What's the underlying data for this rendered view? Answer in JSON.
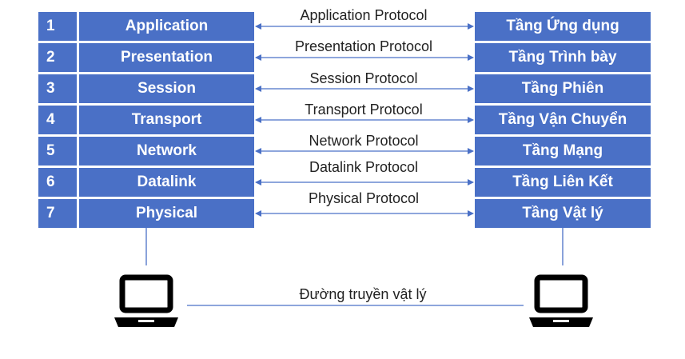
{
  "left_stack": {
    "layers": [
      {
        "number": "1",
        "name": "Application"
      },
      {
        "number": "2",
        "name": "Presentation"
      },
      {
        "number": "3",
        "name": "Session"
      },
      {
        "number": "4",
        "name": "Transport"
      },
      {
        "number": "5",
        "name": "Network"
      },
      {
        "number": "6",
        "name": "Datalink"
      },
      {
        "number": "7",
        "name": "Physical"
      }
    ]
  },
  "right_stack": {
    "layers": [
      {
        "name": "Tầng Ứng dụng"
      },
      {
        "name": "Tầng Trình bày"
      },
      {
        "name": "Tầng Phiên"
      },
      {
        "name": "Tầng Vận Chuyển"
      },
      {
        "name": "Tầng Mạng"
      },
      {
        "name": "Tầng Liên Kết"
      },
      {
        "name": "Tầng Vật lý"
      }
    ]
  },
  "protocols": [
    {
      "label": "Application Protocol"
    },
    {
      "label": "Presentation Protocol"
    },
    {
      "label": "Session Protocol"
    },
    {
      "label": "Transport Protocol"
    },
    {
      "label": "Network Protocol"
    },
    {
      "label": "Datalink Protocol"
    },
    {
      "label": "Physical Protocol"
    }
  ],
  "physical_link": {
    "label": "Đường truyền vật lý"
  },
  "colors": {
    "cell_fill": "#4a70c6",
    "cell_text": "#ffffff",
    "arrow": "#4a70c6",
    "laptop": "#000000"
  },
  "icons": {
    "left_computer": "laptop-icon",
    "right_computer": "laptop-icon"
  }
}
